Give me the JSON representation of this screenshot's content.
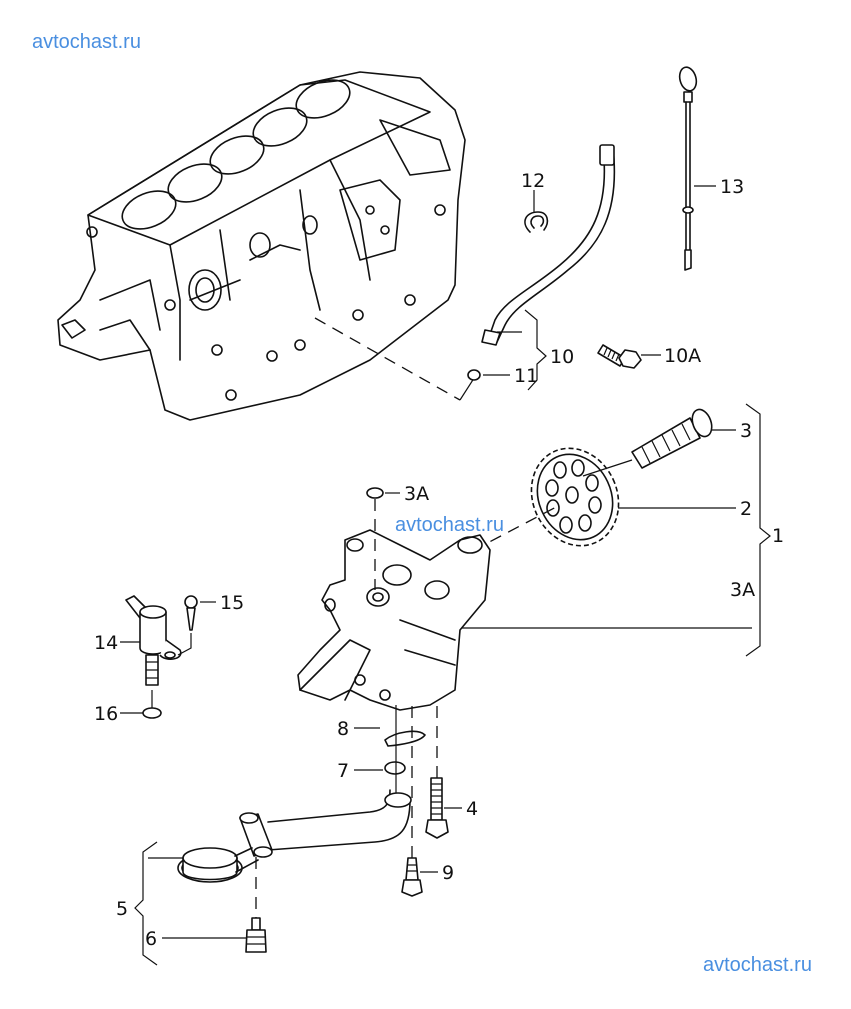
{
  "watermarks": {
    "top_left": "avtochast.ru",
    "center": "avtochast.ru",
    "bottom_right": "avtochast.ru",
    "color": "#4a8fe0"
  },
  "diagram": {
    "title": "Engine block with oil pump, oil pickup and dipstick (exploded view)",
    "callouts": [
      {
        "id": "1",
        "label": "1",
        "part": "oil pump assembly (group bracket)"
      },
      {
        "id": "2",
        "label": "2",
        "part": "sprocket"
      },
      {
        "id": "3",
        "label": "3",
        "part": "bolt"
      },
      {
        "id": "3A-right",
        "label": "3A",
        "part": "oil pump"
      },
      {
        "id": "3A-top",
        "label": "3A",
        "part": "o-ring"
      },
      {
        "id": "4",
        "label": "4",
        "part": "bolt"
      },
      {
        "id": "5",
        "label": "5",
        "part": "oil pickup (group bracket)"
      },
      {
        "id": "6",
        "label": "6",
        "part": "plug"
      },
      {
        "id": "7",
        "label": "7",
        "part": "o-ring"
      },
      {
        "id": "8",
        "label": "8",
        "part": "gasket"
      },
      {
        "id": "9",
        "label": "9",
        "part": "bolt"
      },
      {
        "id": "10",
        "label": "10",
        "part": "dipstick guide tube (group bracket)"
      },
      {
        "id": "10A",
        "label": "10A",
        "part": "bolt"
      },
      {
        "id": "11",
        "label": "11",
        "part": "o-ring"
      },
      {
        "id": "12",
        "label": "12",
        "part": "clip"
      },
      {
        "id": "13",
        "label": "13",
        "part": "oil dipstick"
      },
      {
        "id": "14",
        "label": "14",
        "part": "valve"
      },
      {
        "id": "15",
        "label": "15",
        "part": "screw"
      },
      {
        "id": "16",
        "label": "16",
        "part": "o-ring"
      }
    ]
  }
}
